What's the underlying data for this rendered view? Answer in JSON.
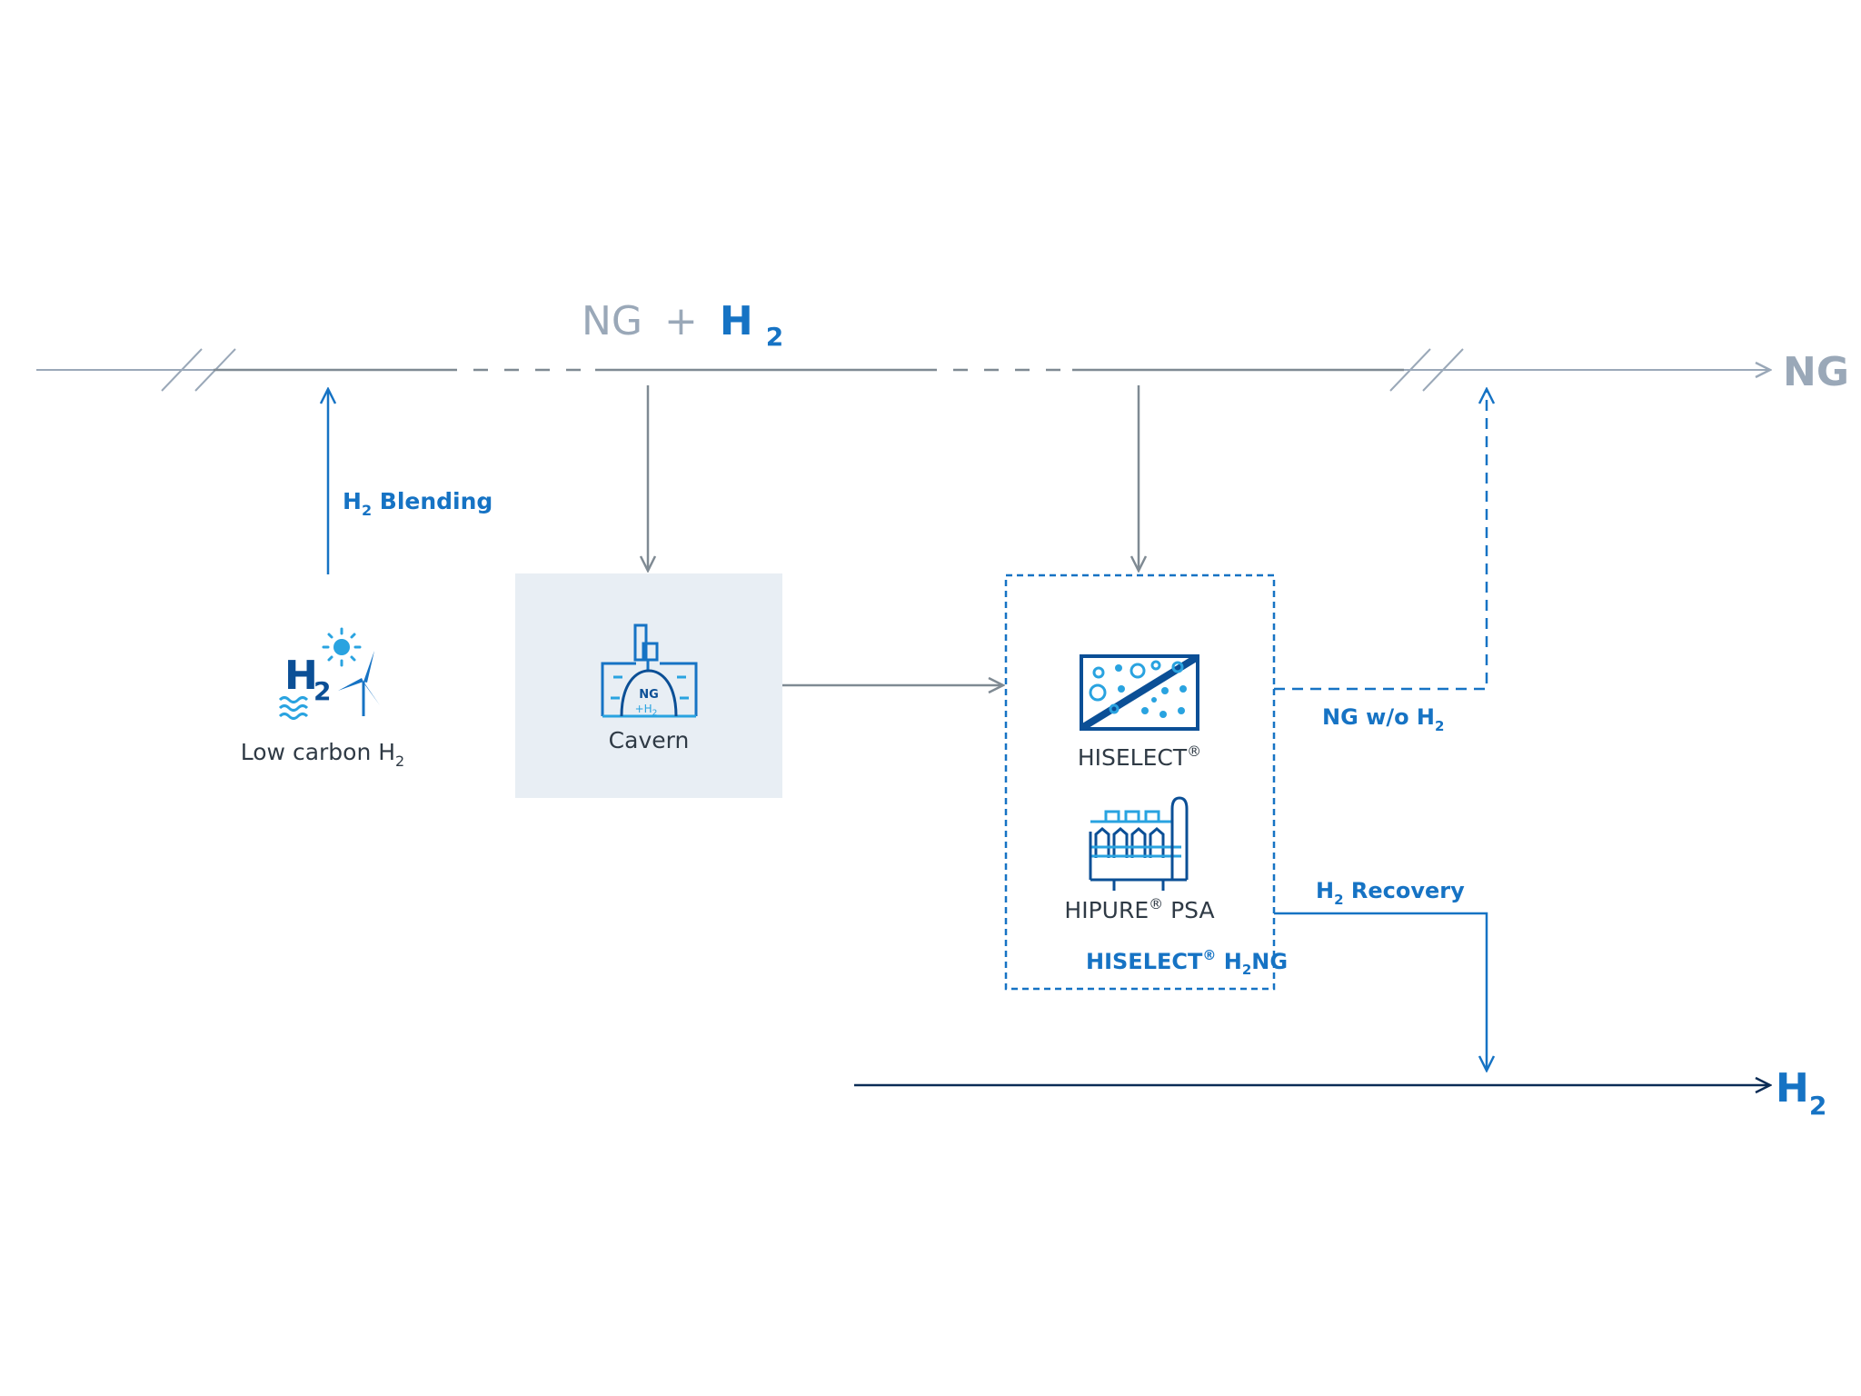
{
  "main_line": {
    "label_ng": "NG",
    "label_plus": "+",
    "label_h": "H",
    "label_sub": "2",
    "outlet_label": "NG"
  },
  "h2_line": {
    "label_h": "H",
    "label_sub": "2"
  },
  "blending": {
    "label_h": "H",
    "label_sub": "2",
    "label_rest": " Blending"
  },
  "source": {
    "icon_h": "H",
    "icon_sub": "2",
    "label_main": "Low carbon H",
    "label_sub": "2"
  },
  "cavern": {
    "icon_ng": "NG",
    "icon_h": "+H",
    "icon_sub": "2",
    "label": "Cavern"
  },
  "hiselect_box": {
    "item1_label": "HISELECT",
    "item1_reg": "®",
    "item2_label": "HIPURE",
    "item2_reg": "®",
    "item2_suffix": " PSA",
    "title_a": "HISELECT",
    "title_reg": "®",
    "title_b": " H",
    "title_sub": "2",
    "title_c": "NG"
  },
  "ng_wo_h2": {
    "label_a": "NG w/o H",
    "label_sub": "2"
  },
  "recovery": {
    "label_h": "H",
    "label_sub": "2",
    "label_rest": " Recovery"
  },
  "colors": {
    "gray_line": "#7f8a93",
    "light_gray": "#9aa8b8",
    "blue": "#1673c4",
    "light_blue": "#29a3e0",
    "dark_navy": "#0b2c56",
    "cavern_bg": "#e8eef4",
    "label_dark": "#2f3a45"
  }
}
